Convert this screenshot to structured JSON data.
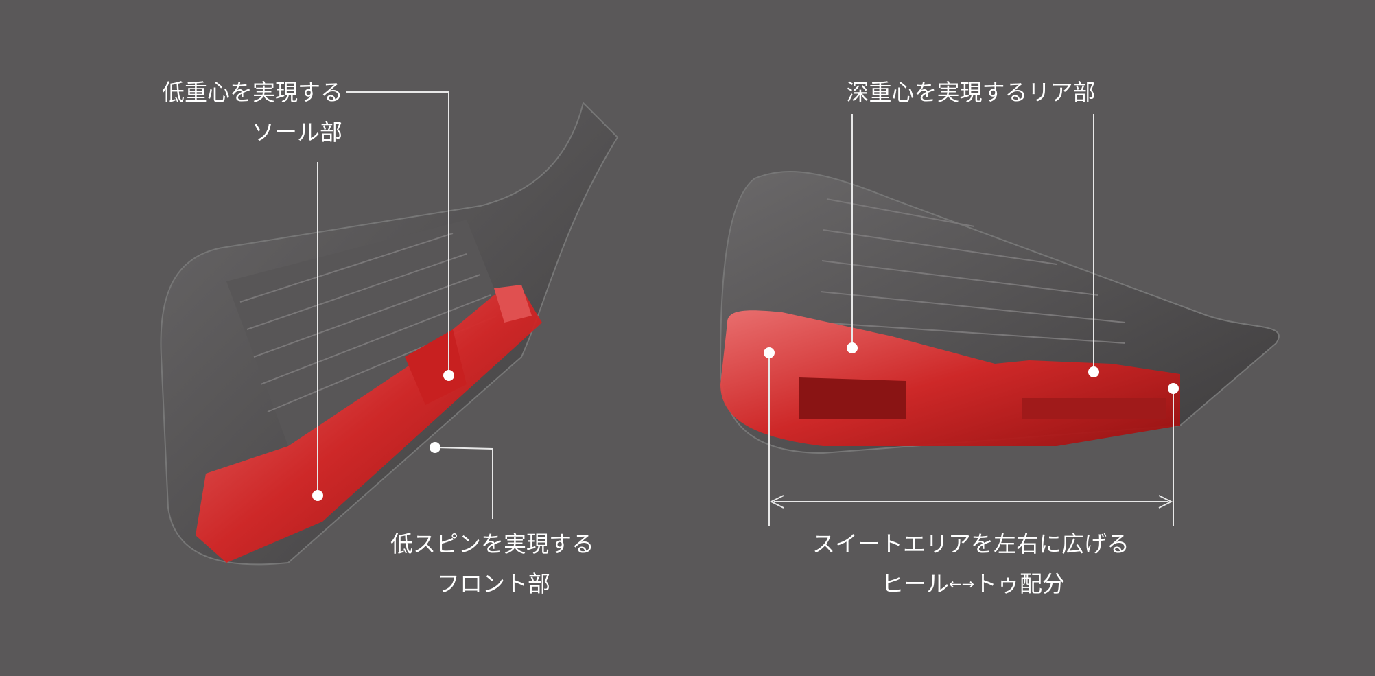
{
  "left_head": {
    "label_sole_line1": "低重心を実現する",
    "label_sole_line2": "ソール部",
    "label_front_line1": "低スピンを実現する",
    "label_front_line2": "フロント部"
  },
  "right_head": {
    "label_rear": "深重心を実現するリア部",
    "label_sweet_line1": "スイートエリアを左右に広げる",
    "label_sweet_line2_heel": "ヒール",
    "label_sweet_line2_arrow": "←→",
    "label_sweet_line2_toe": "トゥ配分"
  },
  "colors": {
    "background": "#5a5859",
    "highlight": "#d42a2a",
    "head": "#4a4849"
  }
}
